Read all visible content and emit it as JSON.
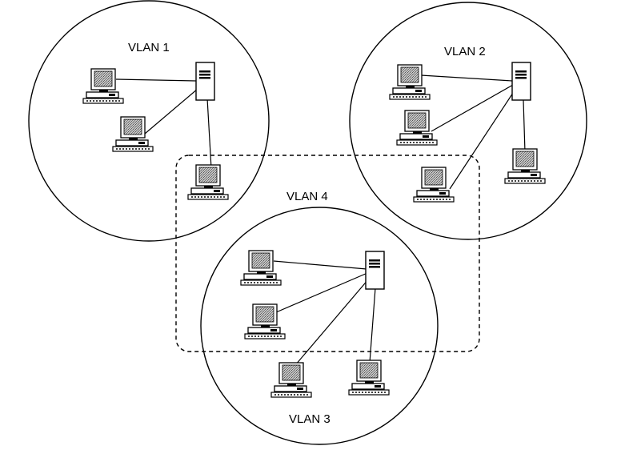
{
  "vlans": {
    "vlan1": {
      "label": "VLAN 1"
    },
    "vlan2": {
      "label": "VLAN 2"
    },
    "vlan3": {
      "label": "VLAN 3"
    },
    "vlan4": {
      "label": "VLAN 4"
    }
  },
  "icons": {
    "computer": "computer-icon",
    "switch": "switch-icon"
  },
  "colors": {
    "line": "#000000",
    "screen": "#9a9a9a",
    "background": "#ffffff"
  }
}
